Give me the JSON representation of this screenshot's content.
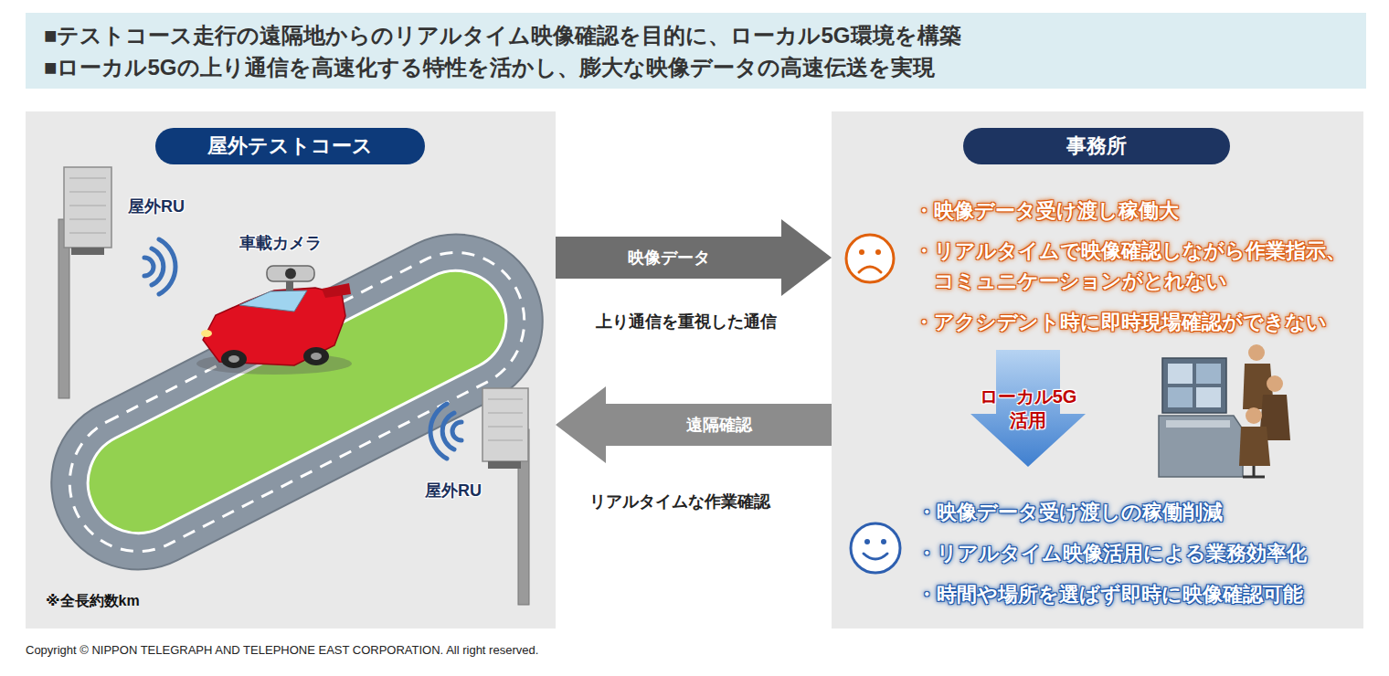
{
  "diagram": {
    "nodes": [
      {
        "text": [
          "■テストコース走行の遠隔地からのリアルタイム映像確認を目的に、ローカル5G環境を構築",
          "■ローカル5Gの上り通信を高速化する特性を活かし、膨大な映像データの高速伝送を実現"
        ]
      },
      {
        "text": [
          "※全長約数km"
        ]
      },
      {
        "text": [
          "屋外テストコース"
        ],
        "in": 1
      },
      {
        "text": [
          "・映像データ受け渡し稼働大",
          "・リアルタイムで映像確認しながら作業指示、コミュニケーションがとれない",
          "・アクシデント時に即時現場確認ができない",
          "・映像データ受け渡しの稼働削減",
          "・リアルタイム映像活用による業務効率化",
          "・時間や場所を選ばず即時に映像確認可能"
        ]
      },
      {
        "text": [
          "事務所"
        ],
        "in": 3
      },
      {
        "text": [
          "ローカル5G 活用"
        ],
        "in": 3
      }
    ],
    "edges": [
      {
        "from": 1,
        "to": 3,
        "arrow": "to",
        "label": "映像データ"
      },
      {
        "from": 3,
        "to": 1,
        "arrow": "to",
        "label": "遠隔確認"
      }
    ],
    "labels": [
      "屋外RU",
      "車載カメラ",
      "屋外RU",
      "上り通信を重視した通信",
      "リアルタイムな作業確認",
      "Copyright © NIPPON TELEGRAPH AND TELEPHONE EAST CORPORATION. All right reserved."
    ]
  }
}
